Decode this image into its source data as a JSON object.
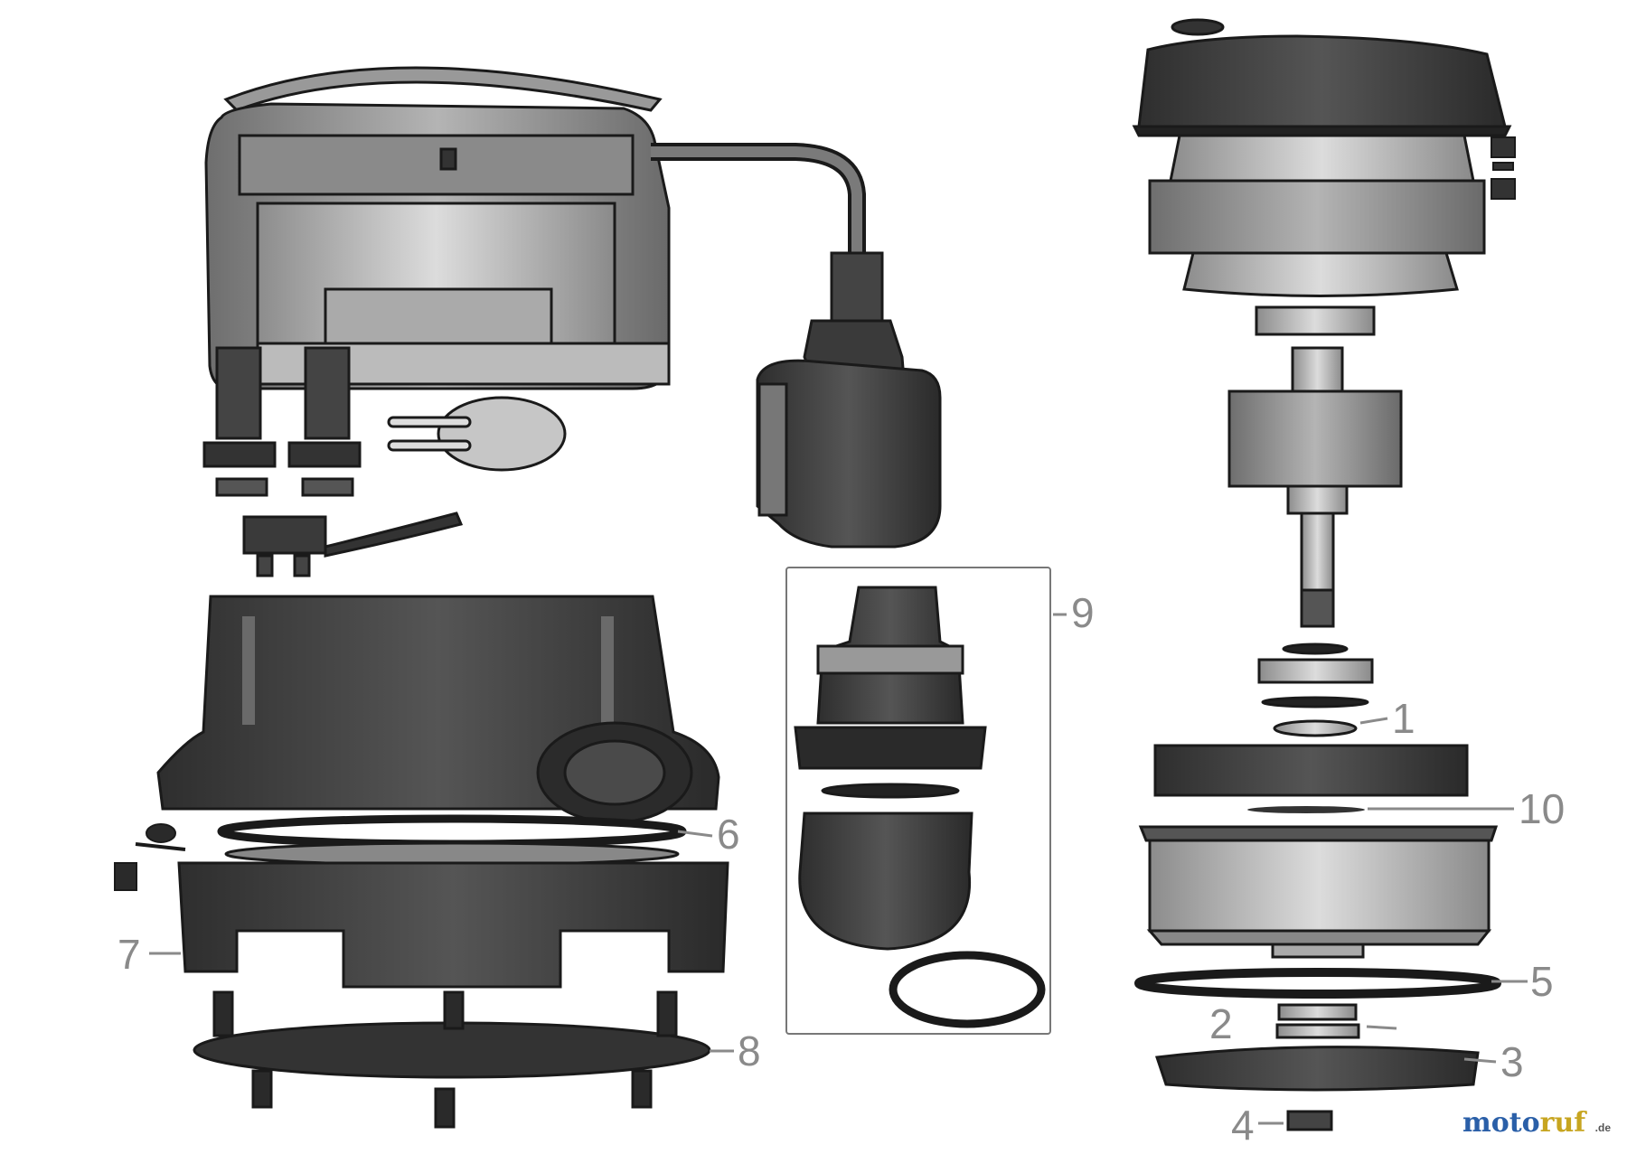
{
  "callouts": [
    "1",
    "2",
    "3",
    "4",
    "5",
    "6",
    "7",
    "8",
    "9",
    "10"
  ],
  "logo": {
    "main": "motoruf",
    "suffix": ".de"
  },
  "colors": {
    "part_dark": "#3a3a3a",
    "part_mid": "#7d7d7d",
    "part_light": "#c9c9c9",
    "outline": "#1a1a1a",
    "callout_text": "#8a8a8a",
    "logo_moto": "#2a5fa8",
    "logo_ruf": "#c7a520"
  }
}
